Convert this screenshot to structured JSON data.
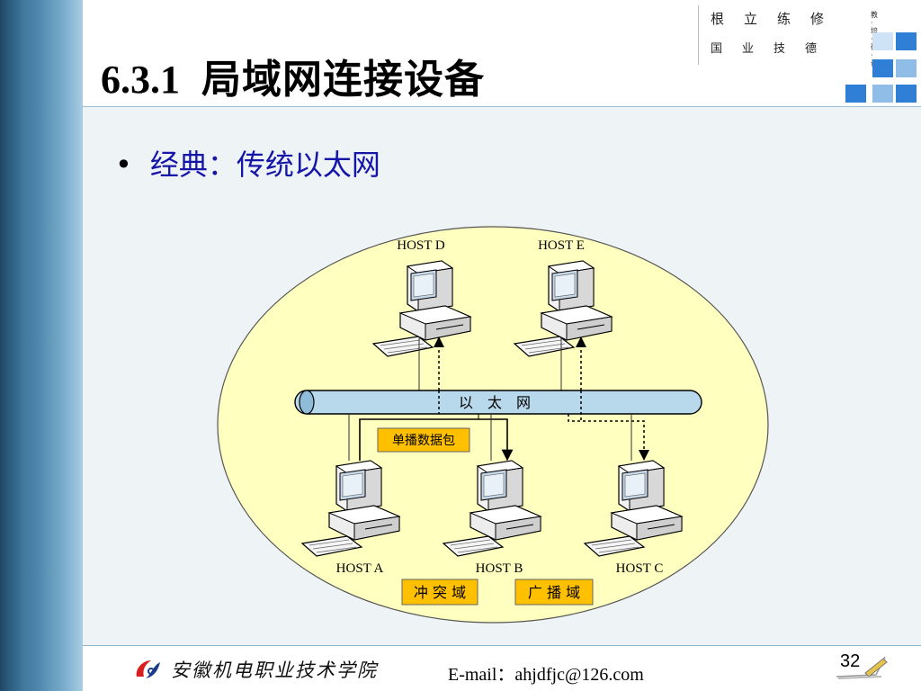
{
  "slide": {
    "section_number": "6.3.1",
    "title": "局域网连接设备",
    "bullet": "经典：传统以太网",
    "page_number": "32"
  },
  "motto": {
    "row1": [
      "根",
      "立",
      "练",
      "修"
    ],
    "row2": [
      "国",
      "业",
      "技",
      "德"
    ],
    "side": "教·培·研·训"
  },
  "diagram": {
    "hosts": {
      "d": "HOST D",
      "e": "HOST E",
      "a": "HOST A",
      "b": "HOST B",
      "c": "HOST C"
    },
    "bus_label": "以　太　网",
    "unicast_label": "单播数据包",
    "collision_label": "冲 突 域",
    "broadcast_label": "广 播 域"
  },
  "footer": {
    "school_name": "安徽机电职业技术学院",
    "email": "E-mail：ahjdfjc@126.com"
  },
  "colors": {
    "ellipse_fill": "#ffffc0",
    "bus_fill": "#b8d8ec",
    "label_box": "#ffc000",
    "bullet_text": "#1515a8",
    "square_blue": "#2f7fd6"
  }
}
